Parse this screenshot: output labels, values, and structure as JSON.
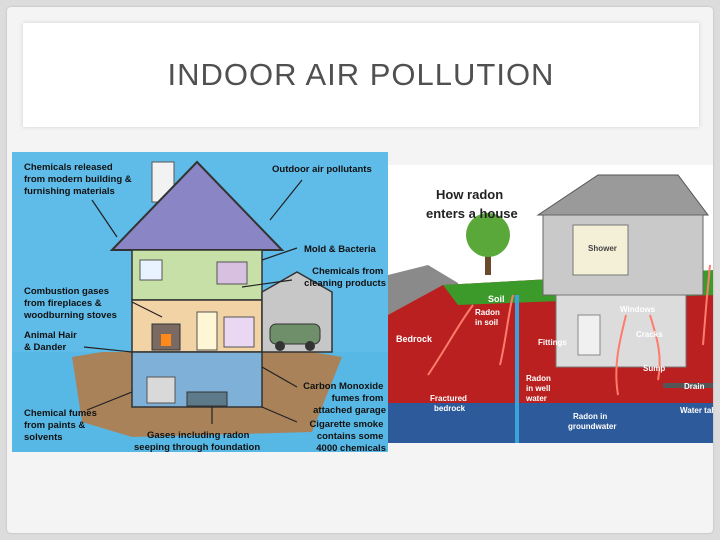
{
  "slide": {
    "title": "INDOOR AIR POLLUTION"
  },
  "house_diagram": {
    "labels": {
      "chem_building": [
        "Chemicals released",
        "from modern building &",
        "furnishing materials"
      ],
      "outdoor": "Outdoor air pollutants",
      "mold": "Mold & Bacteria",
      "cleaning": [
        "Chemicals from",
        "cleaning products"
      ],
      "combustion": [
        "Combustion gases",
        "from fireplaces &",
        "woodburning stoves"
      ],
      "animal": [
        "Animal Hair",
        "& Dander"
      ],
      "co": [
        "Carbon Monoxide",
        "fumes from",
        "attached garage"
      ],
      "paints": [
        "Chemical fumes",
        "from paints &",
        "solvents"
      ],
      "radon_found": [
        "Gases including radon",
        "seeping through foundation"
      ],
      "smoke": [
        "Cigarette smoke",
        "contains some",
        "4000 chemicals"
      ]
    }
  },
  "radon_diagram": {
    "title": [
      "How radon",
      "enters a house"
    ],
    "labels": {
      "shower": "Shower",
      "windows": "Windows",
      "soil": "Soil",
      "bedrock": "Bedrock",
      "radon_soil": [
        "Radon",
        "in soil"
      ],
      "fittings": "Fittings",
      "cracks": "Cracks",
      "sump": "Sump",
      "radon_well": [
        "Radon",
        "in well",
        "water"
      ],
      "drain": "Drain",
      "fractured": [
        "Fractured",
        "bedrock"
      ],
      "radon_ground": [
        "Radon in",
        "groundwater"
      ],
      "water_table": "Water table"
    }
  }
}
